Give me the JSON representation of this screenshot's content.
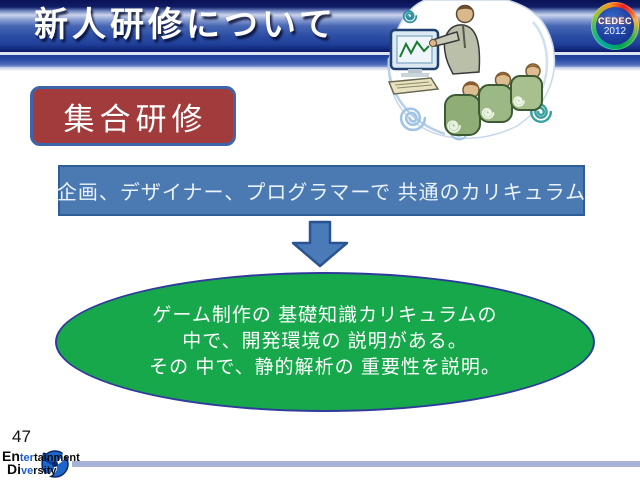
{
  "slide": {
    "title": "新人研修について",
    "page_number": "47"
  },
  "cedec_logo": {
    "name": "CEDEC",
    "year": "2012"
  },
  "category_box": {
    "label": "集合研修"
  },
  "curriculum_box": {
    "text": "企画、デザイナー、プログラマーで 共通のカリキュラム"
  },
  "detail_ellipse": {
    "lines": [
      "ゲーム制作の 基礎知識カリキュラムの",
      "中で、開発環境の 説明がある。",
      "その 中で、静的解析の 重要性を説明。"
    ]
  },
  "footer_logo": {
    "e1": "En",
    "e2": "ter",
    "e3": "tainment",
    "d1": "Di",
    "d2": "ve",
    "d3": "rsity"
  },
  "icons": {
    "clipart": "classroom-training-clipart",
    "arrow": "down-arrow",
    "pinwheel": "blue-pinwheel-swirl"
  },
  "colors": {
    "header_blue": "#2c4da4",
    "header_navy": "#0a1254",
    "band2_blue": "#2a4da8",
    "box_red": "#a23c3c",
    "box_red_border": "#3e64ab",
    "shape_blue": "#4b7ab2",
    "shape_blue_border": "#2f5d97",
    "ellipse_green": "#16a84b",
    "ellipse_border": "#2f3a9b",
    "bottom_bar": "#a7b3d6",
    "logo_blue": "#1d5fd0"
  }
}
